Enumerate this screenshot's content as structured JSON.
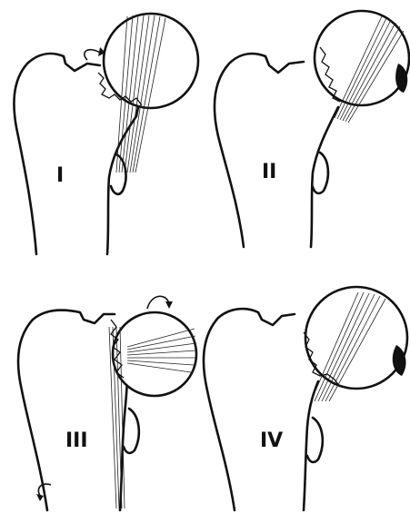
{
  "panels": [
    {
      "id": "I",
      "label": "I"
    },
    {
      "id": "II",
      "label": "II"
    },
    {
      "id": "III",
      "label": "III"
    },
    {
      "id": "IV",
      "label": "IV"
    }
  ]
}
